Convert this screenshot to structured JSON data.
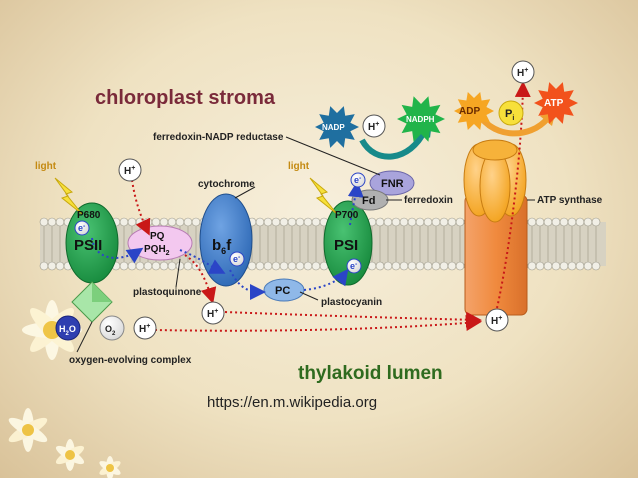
{
  "title": "chloroplast stroma",
  "lumen_label": "thylakoid lumen",
  "source_url": "https://en.m.wikipedia.org",
  "labels": {
    "light_left": "light",
    "light_right": "light",
    "ferredoxin_nadp_reductase": "ferredoxin-NADP reductase",
    "cytochrome": "cytochrome",
    "plastoquinone": "plastoquinone",
    "plastocyanin": "plastocyanin",
    "ferredoxin": "ferredoxin",
    "atp_synthase": "ATP synthase",
    "oxygen_evolving_complex": "oxygen-evolving complex"
  },
  "components": {
    "psii": "PSII",
    "p680": "P680",
    "psi": "PSI",
    "p700": "P700",
    "b6f_main": "b",
    "b6f_sub": "6",
    "b6f_end": "f",
    "pq": "PQ",
    "pqh2_main": "PQH",
    "pqh2_sub": "2",
    "pc": "PC",
    "fnr": "FNR",
    "fd": "Fd"
  },
  "molecules": {
    "h_plus": "H",
    "plus": "+",
    "electron": "e",
    "minus": "-",
    "h2o_h": "H",
    "h2o_2": "2",
    "h2o_o": "O",
    "o2_o": "O",
    "o2_2": "2",
    "nadp": "NADP",
    "nadph": "NADPH",
    "adp": "ADP",
    "atp": "ATP",
    "pi_p": "P",
    "pi_i": "i"
  },
  "colors": {
    "photosystem": "#1f9e4a",
    "cytochrome": "#3f7fc9",
    "pq": "#f3c8ef",
    "pc": "#8fb8e8",
    "fnr": "#a9a4dc",
    "fd": "#b0b0b0",
    "atp_synthase_head": "#f6a623",
    "atp_synthase_stalk": "#f08a3e",
    "membrane_head": "#f1efe6",
    "electron_path": "#2b45c7",
    "proton_path": "#c91818",
    "title": "#7a2a3a",
    "lumen": "#2f6b1f"
  }
}
